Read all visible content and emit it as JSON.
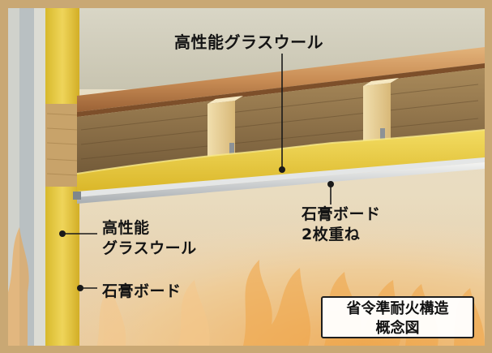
{
  "labels": {
    "ceiling_insulation": "高性能グラスウール",
    "ceiling_board_line1": "石膏ボード",
    "ceiling_board_line2": "2枚重ね",
    "wall_insulation_line1": "高性能",
    "wall_insulation_line2": "グラスウール",
    "wall_gypsum": "石膏ボード"
  },
  "caption": {
    "line1": "省令準耐火構造",
    "line2": "概念図"
  },
  "colors": {
    "frame": "#c9a874",
    "insulation": "#e8c230",
    "timber": "#b8955c",
    "flame": "#e8a040"
  }
}
